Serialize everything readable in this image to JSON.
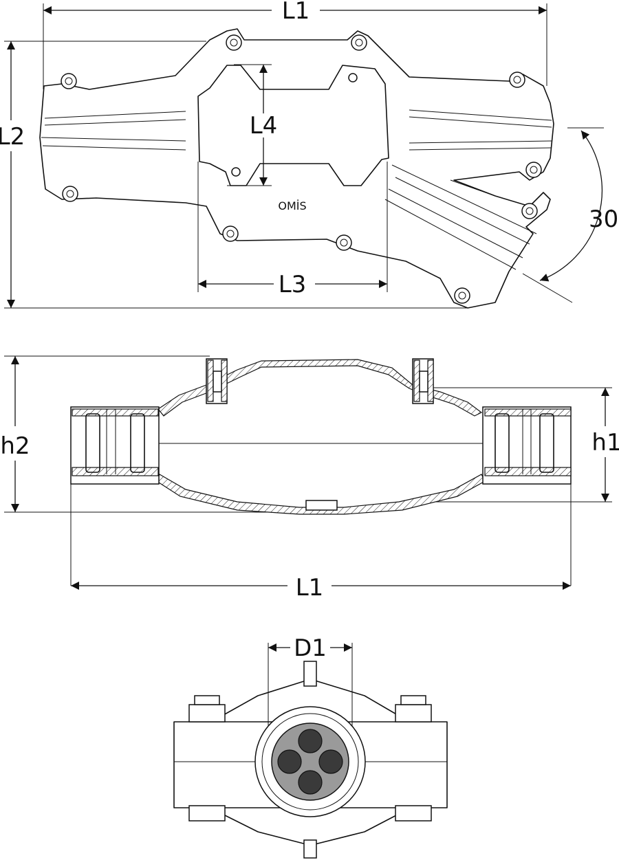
{
  "top_view": {
    "dimensions": {
      "L1": "L1",
      "L2": "L2",
      "L3": "L3",
      "L4": "L4"
    },
    "angle_value": "30",
    "angle_unit": "°",
    "logo": "OMİS"
  },
  "side_view": {
    "dimensions": {
      "h1": "h1",
      "h2": "h2",
      "L1": "L1"
    }
  },
  "end_view": {
    "dimensions": {
      "D1": "D1"
    }
  },
  "colors": {
    "line": "#111111",
    "cable_core": "#9a9a9a",
    "conductor": "#3a3a3a"
  }
}
